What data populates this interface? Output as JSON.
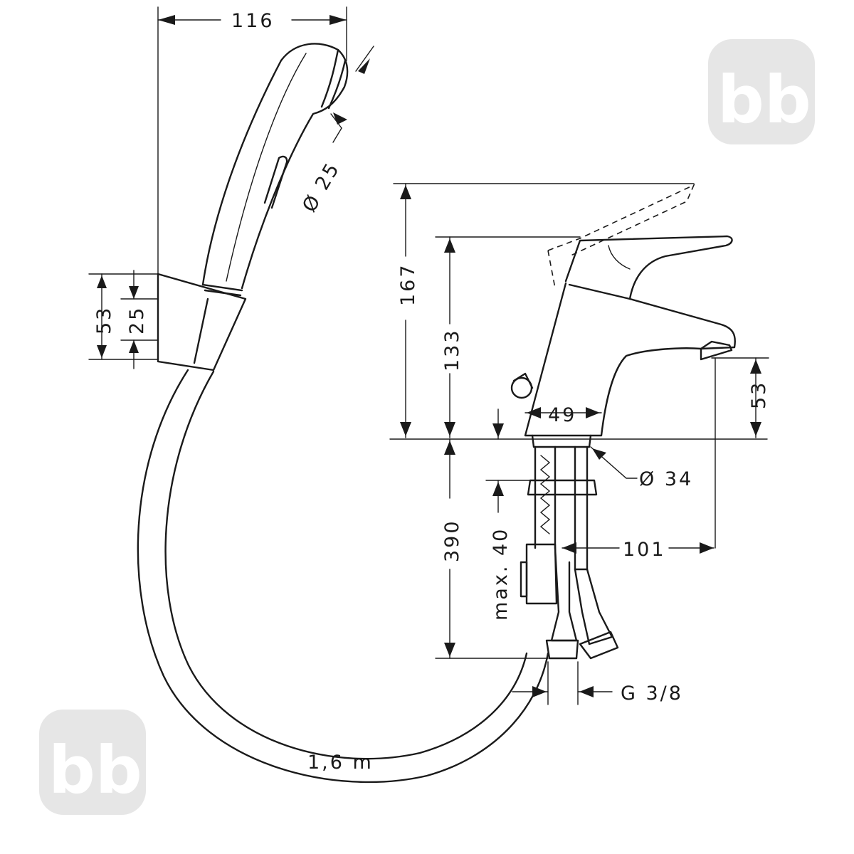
{
  "dimensions": {
    "handshower_width": "116",
    "handshower_diameter": "Ø 25",
    "holder_height": "53",
    "holder_inner": "25",
    "height_total": "167",
    "height_spout": "133",
    "spout_clearance": "53",
    "body_width": "49",
    "base_diameter": "Ø 34",
    "below_deck": "390",
    "max_deck": "max. 40",
    "reach": "101",
    "connection": "G 3/8",
    "hose_length": "1,6 m"
  },
  "watermark": {
    "text": "bb",
    "color": "#e6e6e6"
  }
}
